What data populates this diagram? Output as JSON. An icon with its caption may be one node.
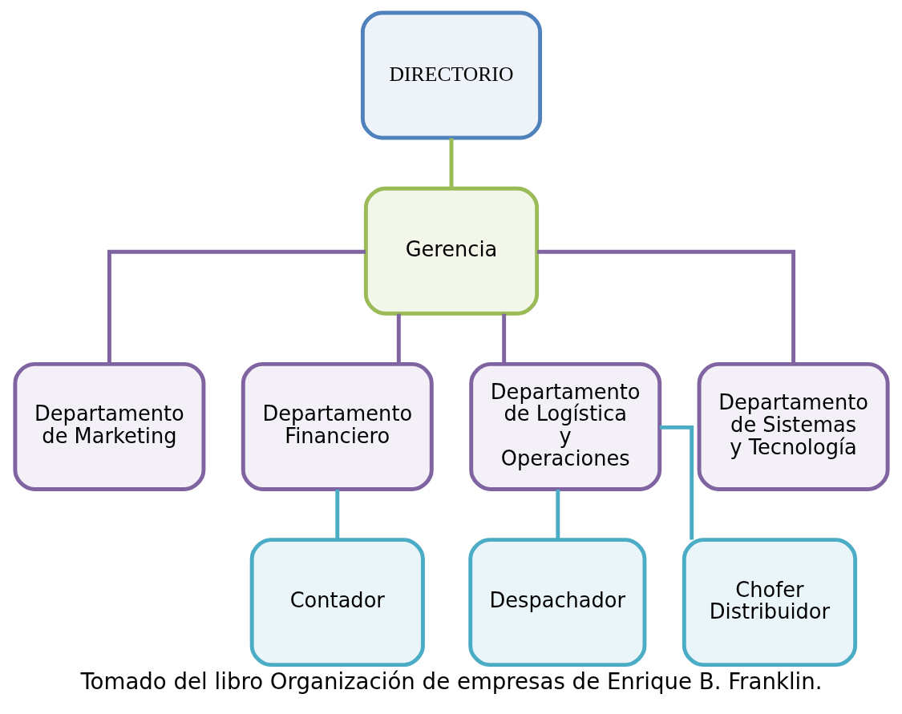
{
  "diagram": {
    "caption": "Tomado del libro Organización de empresas de Enrique B. Franklin.",
    "nodes": [
      {
        "text": [
          "DIRECTORIO"
        ]
      },
      {
        "text": [
          "Gerencia"
        ]
      },
      {
        "text": [
          "Departamento de Marketing"
        ]
      },
      {
        "text": [
          "Departamento Financiero"
        ]
      },
      {
        "text": [
          "Departamento de Logística y Operaciones"
        ]
      },
      {
        "text": [
          "Departamento de Sistemas y Tecnología"
        ]
      },
      {
        "text": [
          "Contador"
        ]
      },
      {
        "text": [
          "Despachador"
        ]
      },
      {
        "text": [
          "Chofer Distribuidor"
        ]
      }
    ],
    "edges": [
      {
        "from": 0,
        "to": 1,
        "arrow": "none",
        "color": "#9bbb59"
      },
      {
        "from": 1,
        "to": 2,
        "arrow": "none",
        "color": "#8064a2"
      },
      {
        "from": 1,
        "to": 3,
        "arrow": "none",
        "color": "#8064a2"
      },
      {
        "from": 1,
        "to": 4,
        "arrow": "none",
        "color": "#8064a2"
      },
      {
        "from": 1,
        "to": 5,
        "arrow": "none",
        "color": "#8064a2"
      },
      {
        "from": 3,
        "to": 6,
        "arrow": "none",
        "color": "#4bacc6"
      },
      {
        "from": 4,
        "to": 7,
        "arrow": "none",
        "color": "#4bacc6"
      },
      {
        "from": 4,
        "to": 8,
        "arrow": "none",
        "color": "#4bacc6"
      }
    ]
  }
}
